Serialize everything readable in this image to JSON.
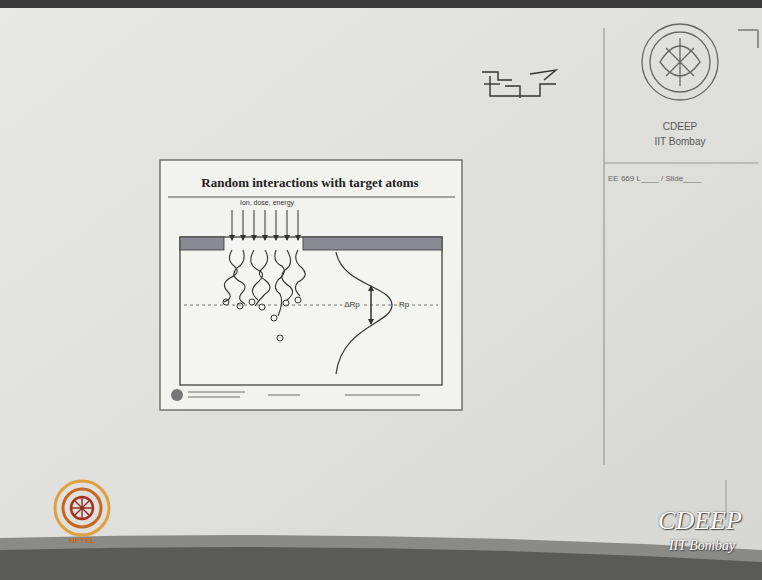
{
  "diagram": {
    "title": "Random interactions with target atoms",
    "labels": [
      "Ion, dose, energy",
      "ΔRp",
      "Rp",
      "CDEEP",
      "IIT Bombay",
      "EE 669 L____ / Slide____",
      "NPTEL",
      "CDEEP",
      "IIT Bombay"
    ]
  }
}
